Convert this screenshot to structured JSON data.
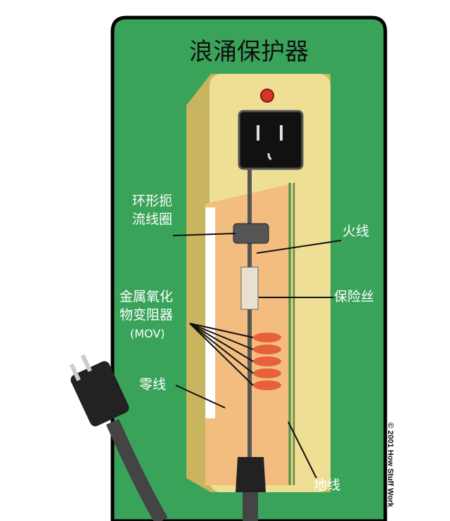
{
  "title": "浪涌保护器",
  "labels": {
    "toroid_line1": "环形扼",
    "toroid_line2": "流线圈",
    "hot_wire": "火线",
    "mov_line1": "金属氧化",
    "mov_line2": "物变阻器",
    "mov_line3": "(MOV)",
    "fuse": "保险丝",
    "neutral_wire": "零线",
    "ground_wire": "地线"
  },
  "copyright": "© 2001 How Stuff Work",
  "colors": {
    "panel": "#3aa35a",
    "body": "#ecd98a",
    "channel": "#f0b878",
    "mov": "#e8603a",
    "light": "#d8352a"
  }
}
